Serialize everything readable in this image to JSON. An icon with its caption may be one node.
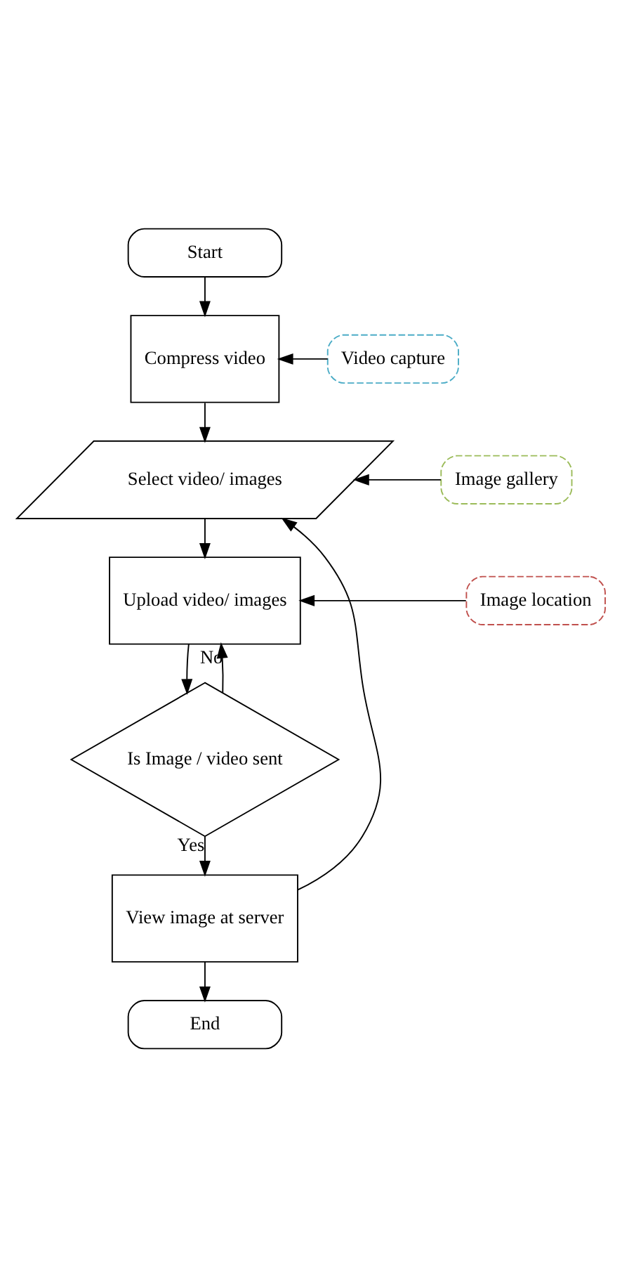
{
  "diagram": {
    "nodes": [
      {
        "text": [
          "Start"
        ]
      },
      {
        "text": [
          "Video capture"
        ]
      },
      {
        "text": [
          "Compress video"
        ]
      },
      {
        "text": [
          "Image gallery"
        ]
      },
      {
        "text": [
          "Select video/ images"
        ]
      },
      {
        "text": [
          "Image location"
        ]
      },
      {
        "text": [
          "Upload video/ images"
        ]
      },
      {
        "text": [
          "Is Image / video sent"
        ]
      },
      {
        "text": [
          "View image at server"
        ]
      },
      {
        "text": [
          "End"
        ]
      }
    ],
    "edges": [
      {
        "from": 0,
        "to": 2,
        "arrow": "to"
      },
      {
        "from": 1,
        "to": 2,
        "arrow": "to"
      },
      {
        "from": 2,
        "to": 4,
        "arrow": "to"
      },
      {
        "from": 3,
        "to": 4,
        "arrow": "to"
      },
      {
        "from": 4,
        "to": 6,
        "arrow": "to"
      },
      {
        "from": 5,
        "to": 6,
        "arrow": "to"
      },
      {
        "from": 6,
        "to": 7,
        "arrow": "to"
      },
      {
        "from": 7,
        "to": 6,
        "arrow": "to",
        "label": "No"
      },
      {
        "from": 7,
        "to": 8,
        "arrow": "to",
        "label": "Yes"
      },
      {
        "from": 8,
        "to": 9,
        "arrow": "to"
      },
      {
        "from": 8,
        "to": 4,
        "arrow": "to"
      }
    ]
  }
}
